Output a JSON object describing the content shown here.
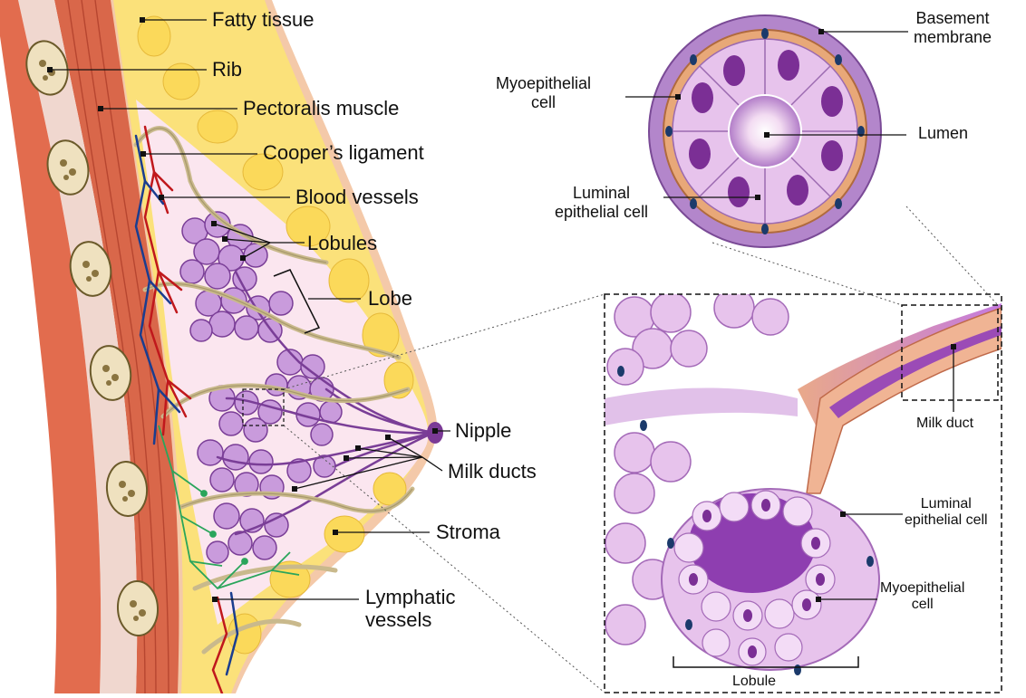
{
  "breast_labels": {
    "fatty_tissue": "Fatty tissue",
    "rib": "Rib",
    "pectoralis_muscle": "Pectoralis muscle",
    "coopers_ligament": "Cooper’s ligament",
    "blood_vessels": "Blood vessels",
    "lobules": "Lobules",
    "lobe": "Lobe",
    "nipple": "Nipple",
    "milk_ducts": "Milk ducts",
    "stroma": "Stroma",
    "lymphatic_vessels": "Lymphatic\nvessels"
  },
  "cross_section_labels": {
    "basement_membrane": "Basement\nmembrane",
    "myoepithelial_cell": "Myoepithelial\ncell",
    "lumen": "Lumen",
    "luminal_epithelial_cell": "Luminal\nepithelial cell"
  },
  "lobule_detail_labels": {
    "milk_duct": "Milk duct",
    "luminal_epithelial_cell": "Luminal\nepithelial cell",
    "myoepithelial_cell": "Myoepithelial\ncell",
    "lobule": "Lobule"
  },
  "colors": {
    "skin": "#f4c9a9",
    "fat": "#fbe17a",
    "muscle": "#d9674a",
    "stroma": "#fbe6ef",
    "lobule": "#c99bdc",
    "lobule_stroke": "#7a3e97",
    "ligament": "#c9b98c",
    "artery": "#c0181c",
    "vein": "#1a3d8f",
    "lymph": "#2aa55b",
    "bone": "#efe1bf",
    "cell": "#e7c3ec",
    "nucleus": "#7b2f95",
    "myo": "#e8a878"
  }
}
